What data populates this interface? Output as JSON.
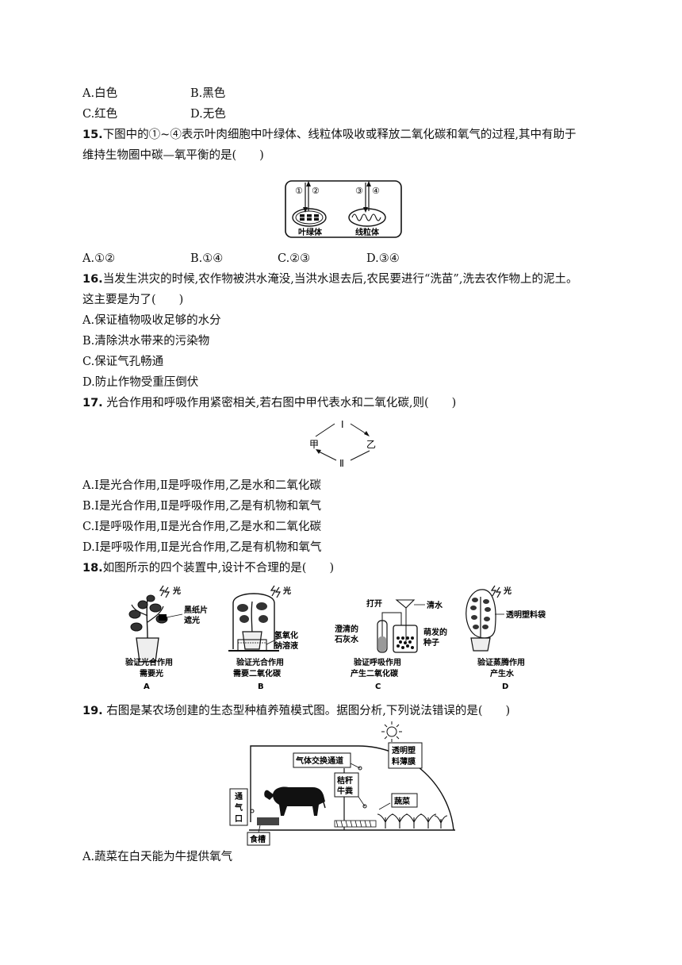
{
  "q14": {
    "a": "A.白色",
    "b": "B.黑色",
    "c": "C.红色",
    "d": "D.无色"
  },
  "q15": {
    "num": "15.",
    "line1": "下图中的①~④表示叶肉细胞中叶绿体、线粒体吸收或释放二氧化碳和氧气的过程,其中有助于",
    "line2": "维持生物圈中碳—氧平衡的是(　　)",
    "fig": {
      "n1": "①",
      "n2": "②",
      "n3": "③",
      "n4": "④",
      "chloroplast": "叶绿体",
      "mitochondrion": "线粒体"
    },
    "a": "A.①②",
    "b": "B.①④",
    "c": "C.②③",
    "d": "D.③④"
  },
  "q16": {
    "num": "16.",
    "line1": "当发生洪灾的时候,农作物被洪水淹没,当洪水退去后,农民要进行“洗苗”,洗去农作物上的泥土。",
    "line2": "这主要是为了(　　)",
    "a": "A.保证植物吸收足够的水分",
    "b": "B.清除洪水带来的污染物",
    "c": "C.保证气孔畅通",
    "d": "D.防止作物受重压倒伏"
  },
  "q17": {
    "num": "17.",
    "line1": " 光合作用和呼吸作用紧密相关,若右图中甲代表水和二氧化碳,则(　　)",
    "fig": {
      "top": "Ⅰ",
      "bottom": "Ⅱ",
      "left": "甲",
      "right": "乙"
    },
    "a": "A.Ⅰ是光合作用,Ⅱ是呼吸作用,乙是水和二氧化碳",
    "b": "B.Ⅰ是光合作用,Ⅱ是呼吸作用,乙是有机物和氧气",
    "c": "C.Ⅰ是呼吸作用,Ⅱ是光合作用,乙是水和二氧化碳",
    "d": "D.Ⅰ是呼吸作用,Ⅱ是光合作用,乙是有机物和氧气"
  },
  "q18": {
    "num": "18.",
    "line1": "如图所示的四个装置中,设计不合理的是(　　)",
    "fig": {
      "light": "光",
      "a_note1": "黑纸片",
      "a_note2": "遮光",
      "b_note1": "氢氧化",
      "b_note2": "钠溶液",
      "c_open": "打开",
      "c_water": "清水",
      "c_lime1": "澄清的",
      "c_lime2": "石灰水",
      "c_seed1": "萌发的",
      "c_seed2": "种子",
      "d_bag": "透明塑料袋",
      "cap_a1": "验证光合作用",
      "cap_a2": "需要光",
      "cap_b1": "验证光合作用",
      "cap_b2": "需要二氧化碳",
      "cap_c1": "验证呼吸作用",
      "cap_c2": "产生二氧化碳",
      "cap_d1": "验证蒸腾作用",
      "cap_d2": "产生水",
      "la": "A",
      "lb": "B",
      "lc": "C",
      "ld": "D"
    }
  },
  "q19": {
    "num": "19.",
    "line1": " 右图是某农场创建的生态型种植养殖模式图。据图分析,下列说法错误的是(　　)",
    "fig": {
      "gas": "气体交换通道",
      "film1": "透明塑",
      "film2": "料薄膜",
      "vent1": "通",
      "vent2": "气",
      "vent3": "口",
      "straw1": "秸秆",
      "straw2": "牛粪",
      "veg": "蔬菜",
      "trough": "食槽"
    },
    "a": "A.蔬菜在白天能为牛提供氧气"
  }
}
